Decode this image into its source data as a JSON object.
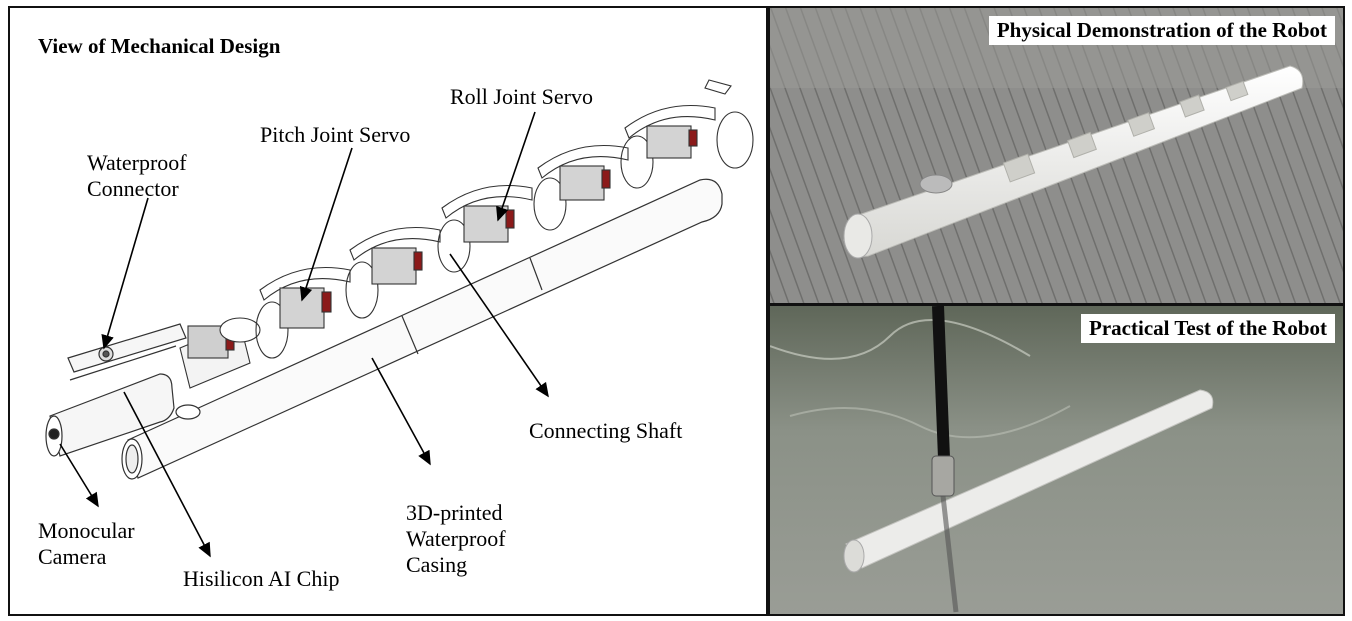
{
  "mechanical": {
    "title": "View of Mechanical Design",
    "labels": {
      "waterproof_connector_line1": "Waterproof",
      "waterproof_connector_line2": "Connector",
      "pitch_joint_servo": "Pitch Joint Servo",
      "roll_joint_servo": "Roll Joint Servo",
      "connecting_shaft": "Connecting Shaft",
      "monocular_camera_line1": "Monocular",
      "monocular_camera_line2": "Camera",
      "hisilicon_ai_chip": "Hisilicon AI Chip",
      "casing_line1": "3D-printed",
      "casing_line2": "Waterproof",
      "casing_line3": "Casing"
    }
  },
  "photos": {
    "physical_demo_title": "Physical Demonstration of the Robot",
    "practical_test_title": "Practical Test of the Robot"
  },
  "colors": {
    "servo_accent": "#8b1a1a",
    "border": "#111111",
    "robot_white": "#f2f2f0",
    "floor": "#8c8c8a",
    "water": "#7e857b"
  }
}
